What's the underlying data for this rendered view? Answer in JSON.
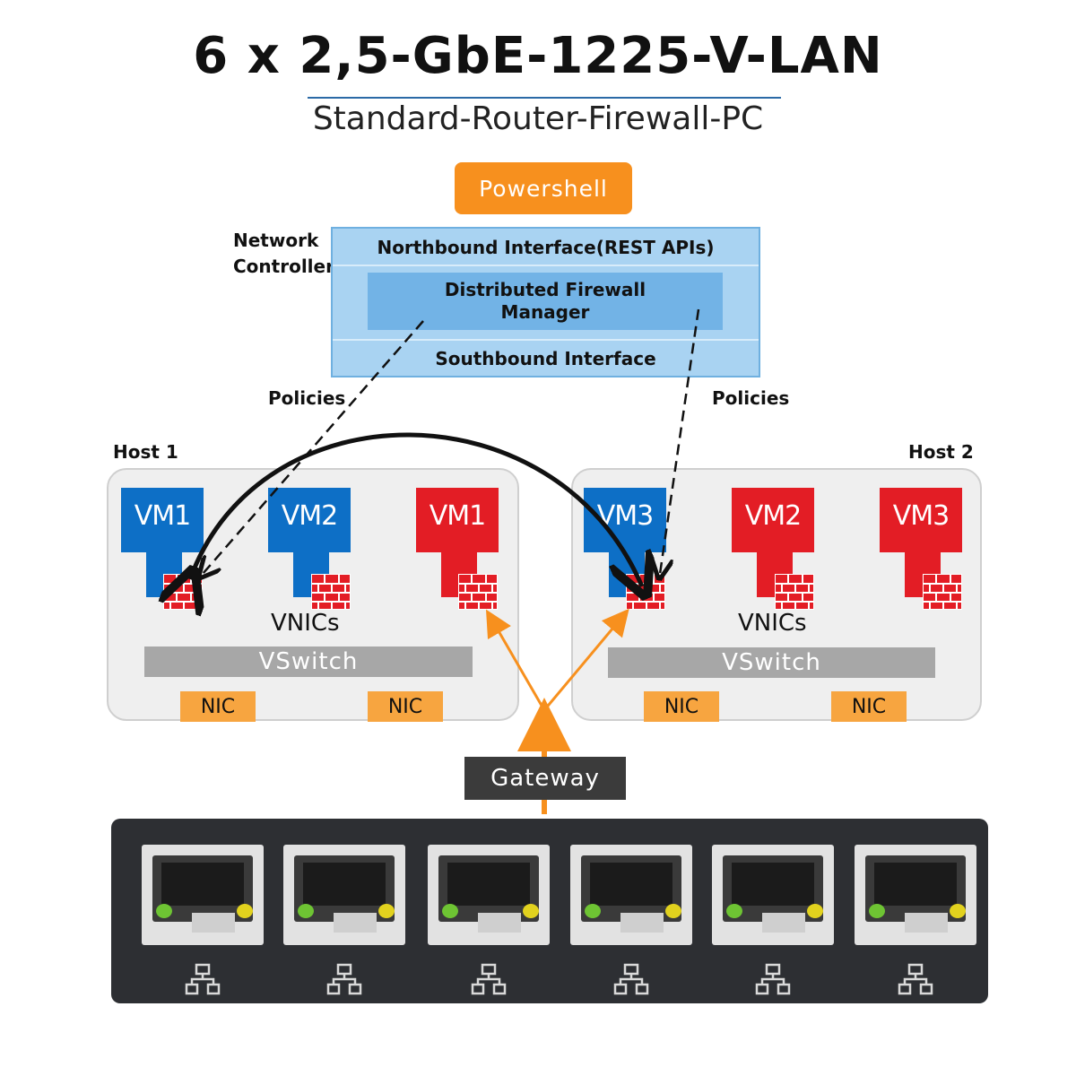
{
  "title": "6 x 2,5-GbE-1225-V-LAN",
  "subtitle": "Standard-Router-Firewall-PC",
  "powershell": "Powershell",
  "network_controller": {
    "label_line1": "Network",
    "label_line2": "Controller",
    "northbound": "Northbound Interface(REST APIs)",
    "dfm": "Distributed Firewall Manager",
    "southbound": "Southbound Interface"
  },
  "policies_left": "Policies",
  "policies_right": "Policies",
  "host1": {
    "label": "Host 1",
    "vms": [
      {
        "name": "VM1",
        "color": "#0d6fc6"
      },
      {
        "name": "VM2",
        "color": "#0d6fc6"
      },
      {
        "name": "VM1",
        "color": "#e31d25"
      }
    ],
    "vnics": "VNICs",
    "vswitch": "VSwitch",
    "nics": [
      "NIC",
      "NIC"
    ]
  },
  "host2": {
    "label": "Host 2",
    "vms": [
      {
        "name": "VM3",
        "color": "#0d6fc6"
      },
      {
        "name": "VM2",
        "color": "#e31d25"
      },
      {
        "name": "VM3",
        "color": "#e31d25"
      }
    ],
    "vnics": "VNICs",
    "vswitch": "VSwitch",
    "nics": [
      "NIC",
      "NIC"
    ]
  },
  "gateway": "Gateway",
  "lan_ports": [
    "rj45-port",
    "rj45-port",
    "rj45-port",
    "rj45-port",
    "rj45-port",
    "rj45-port"
  ],
  "icons": {
    "port_label": "network-icon",
    "firewall": "firewall-brick-icon"
  },
  "colors": {
    "orange": "#f7901e",
    "blue": "#0d6fc6",
    "red": "#e31d25",
    "controller": "#a9d3f2"
  }
}
